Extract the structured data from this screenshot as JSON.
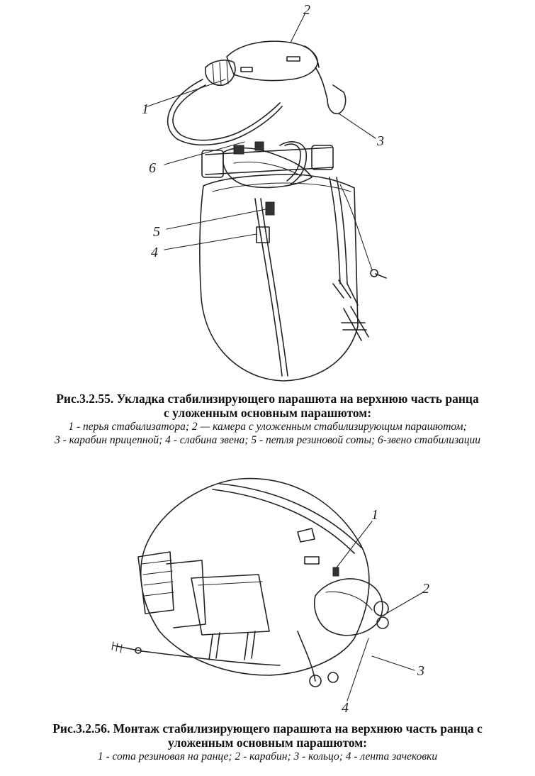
{
  "figure1": {
    "callouts": [
      "1",
      "2",
      "3",
      "4",
      "5",
      "6"
    ],
    "caption_title_line1": "Рис.3.2.55. Укладка стабилизирующего парашюта на верхнюю часть ранца",
    "caption_title_line2": "с уложенным основным парашютом:",
    "caption_legend_line1": "1 - перья стабилизатора; 2 — камера с уложенным стабилизирующим парашютом;",
    "caption_legend_line2": "3 - карабин прицепной; 4 - слабина звена; 5 - петля резиновой соты; 6-звено стабилизации"
  },
  "figure2": {
    "callouts": [
      "1",
      "2",
      "3",
      "4"
    ],
    "caption_title_line1": "Рис.3.2.56. Монтаж стабилизирующего парашюта на верхнюю часть ранца с",
    "caption_title_line2": "уложенным основным парашютом:",
    "caption_legend_line1": "1 - сота резиновая на ранце; 2 - карабин; 3 - кольцо; 4 - лента зачековки"
  }
}
